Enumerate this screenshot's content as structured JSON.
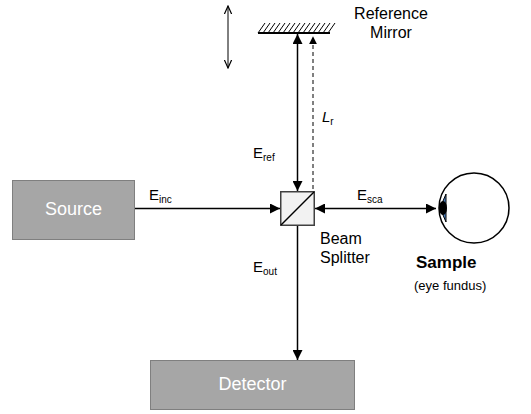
{
  "diagram": {
    "nodes": [
      {
        "text": [
          "Reference Mirror"
        ]
      },
      {
        "text": [
          "Source"
        ]
      },
      {
        "text": [
          "Beam Splitter"
        ]
      },
      {
        "text": [
          "Sample",
          "(eye fundus)"
        ]
      },
      {
        "text": [
          "Detector"
        ]
      }
    ],
    "edges": [
      {
        "from": 1,
        "to": 2,
        "arrow": "to"
      },
      {
        "from": 2,
        "to": 0,
        "arrow": "both"
      },
      {
        "from": 2,
        "to": 3,
        "arrow": "both"
      },
      {
        "from": 2,
        "to": 4,
        "arrow": "to"
      }
    ],
    "labels": [
      "Einc",
      "Eref",
      "Esca",
      "Eout",
      "Lr"
    ]
  }
}
